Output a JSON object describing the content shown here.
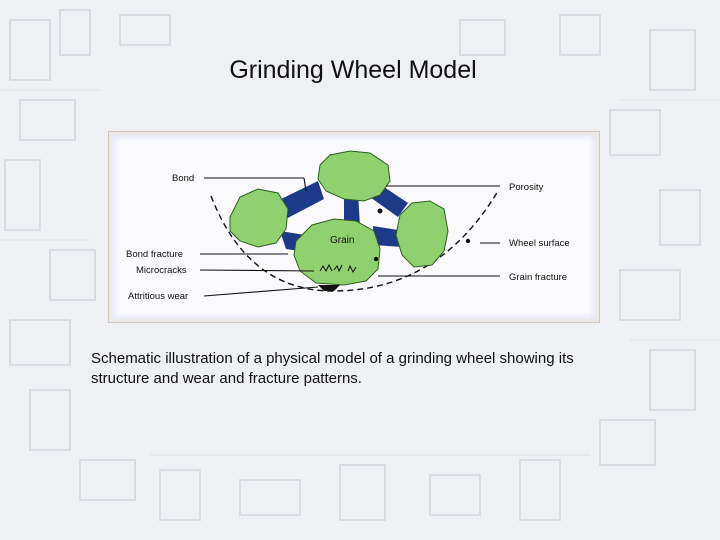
{
  "slide": {
    "title": "Grinding Wheel Model",
    "caption": "Schematic illustration of a physical model of a grinding wheel showing its structure and wear and fracture patterns."
  },
  "diagram": {
    "labels": {
      "bond": "Bond",
      "bond_fracture": "Bond fracture",
      "microcracks": "Microcracks",
      "attritious_wear": "Attritious wear",
      "grain": "Grain",
      "porosity": "Porosity",
      "wheel_surface": "Wheel surface",
      "grain_fracture": "Grain fracture"
    },
    "colors": {
      "grain": "#8fd16e",
      "bond": "#1d3a8a",
      "line": "#111111",
      "frame": "#cfc7c2"
    }
  }
}
